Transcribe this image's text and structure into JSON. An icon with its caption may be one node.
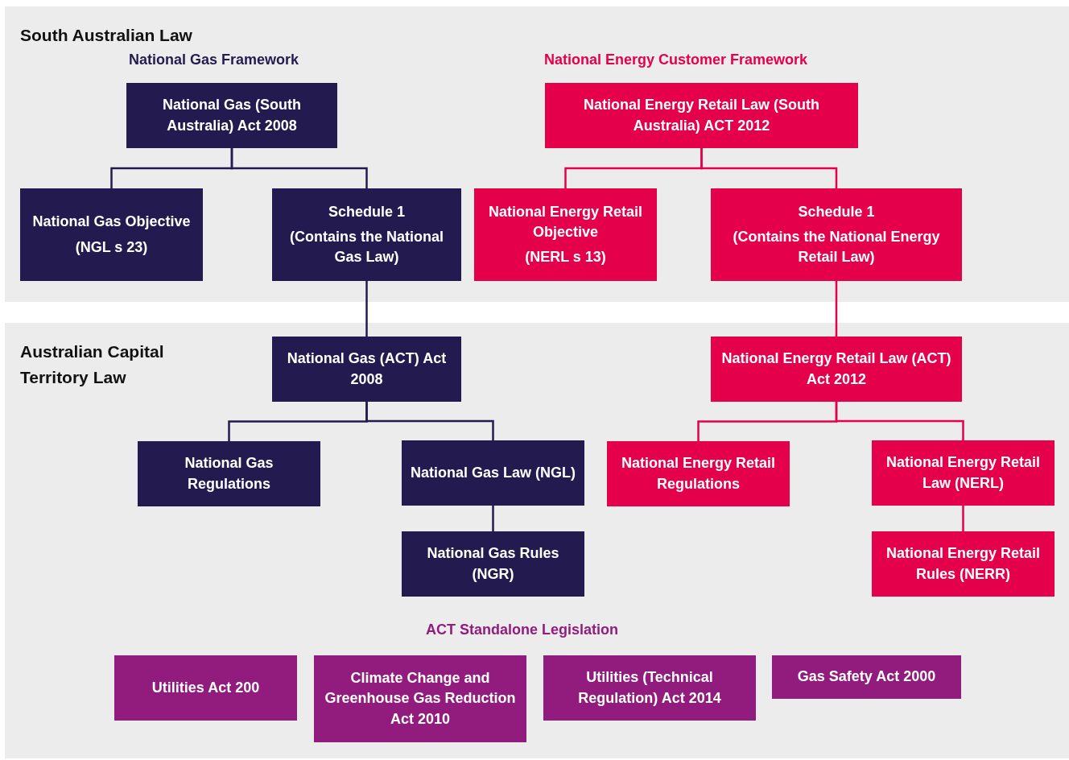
{
  "diagram": {
    "nodes": [
      {
        "text": [
          "South Australian Law"
        ]
      },
      {
        "text": [
          "National Gas (South Australia) Act 2008"
        ],
        "in": 0
      },
      {
        "text": [
          "National Gas Objective",
          "(NGL s 23)"
        ],
        "in": 0
      },
      {
        "text": [
          "Schedule 1",
          "(Contains the National Gas Law)"
        ],
        "in": 0
      },
      {
        "text": [
          "National Energy Retail Law (South Australia) ACT 2012"
        ],
        "in": 0
      },
      {
        "text": [
          "National Energy Retail Objective",
          "(NERL s 13)"
        ],
        "in": 0
      },
      {
        "text": [
          "Schedule 1",
          "(Contains the National Energy Retail Law)"
        ],
        "in": 0
      },
      {
        "text": [
          "Australian Capital Territory Law"
        ]
      },
      {
        "text": [
          "National Gas (ACT) Act 2008"
        ],
        "in": 7
      },
      {
        "text": [
          "National Gas Regulations"
        ],
        "in": 7
      },
      {
        "text": [
          "National Gas Law (NGL)"
        ],
        "in": 7
      },
      {
        "text": [
          "National Gas Rules (NGR)"
        ],
        "in": 7
      },
      {
        "text": [
          "National Energy Retail Law (ACT) Act 2012"
        ],
        "in": 7
      },
      {
        "text": [
          "National Energy Retail Regulations"
        ],
        "in": 7
      },
      {
        "text": [
          "National Energy Retail Law (NERL)"
        ],
        "in": 7
      },
      {
        "text": [
          "National Energy Retail Rules (NERR)"
        ],
        "in": 7
      },
      {
        "text": [
          "Utilities Act 200"
        ],
        "in": 7
      },
      {
        "text": [
          "Climate Change and Greenhouse Gas Reduction Act 2010"
        ],
        "in": 7
      },
      {
        "text": [
          "Utilities (Technical Regulation) Act 2014"
        ],
        "in": 7
      },
      {
        "text": [
          "Gas Safety Act 2000"
        ],
        "in": 7
      }
    ],
    "edges": [
      {
        "from": 1,
        "to": 2,
        "arrow": "none"
      },
      {
        "from": 1,
        "to": 3,
        "arrow": "none"
      },
      {
        "from": 3,
        "to": 8,
        "arrow": "none"
      },
      {
        "from": 8,
        "to": 9,
        "arrow": "none"
      },
      {
        "from": 8,
        "to": 10,
        "arrow": "none"
      },
      {
        "from": 10,
        "to": 11,
        "arrow": "none"
      },
      {
        "from": 4,
        "to": 5,
        "arrow": "none",
        "color": "#e4004b"
      },
      {
        "from": 4,
        "to": 6,
        "arrow": "none",
        "color": "#e4004b"
      },
      {
        "from": 6,
        "to": 12,
        "arrow": "none",
        "color": "#e4004b"
      },
      {
        "from": 12,
        "to": 13,
        "arrow": "none",
        "color": "#e4004b"
      },
      {
        "from": 12,
        "to": 14,
        "arrow": "none",
        "color": "#e4004b"
      },
      {
        "from": 14,
        "to": 15,
        "arrow": "none",
        "color": "#e4004b"
      }
    ],
    "labels": [
      "National Gas Framework",
      "National Energy Customer Framework",
      "ACT Standalone Legislation"
    ]
  }
}
